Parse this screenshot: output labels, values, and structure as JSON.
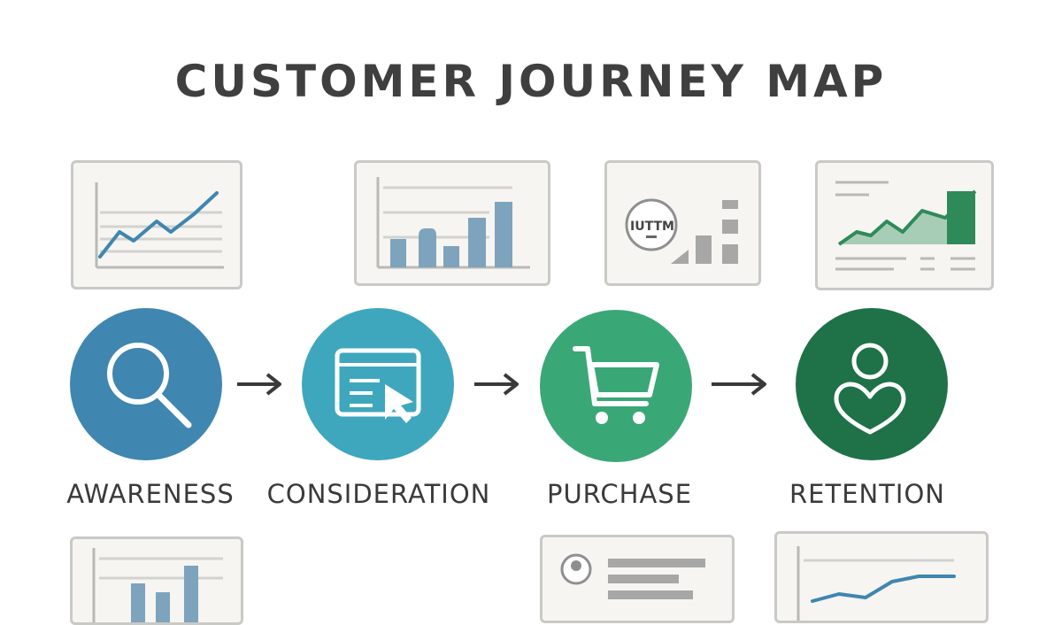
{
  "title": "CUSTOMER JOURNEY MAP",
  "stages": [
    {
      "label": "AWARENESS",
      "color": "#3f86b0",
      "icon": "magnifier-icon"
    },
    {
      "label": "CONSIDERATION",
      "color": "#3ea7bd",
      "icon": "form-cursor-icon"
    },
    {
      "label": "PURCHASE",
      "color": "#3aa777",
      "icon": "shopping-cart-icon"
    },
    {
      "label": "RETENTION",
      "color": "#1f7148",
      "icon": "user-heart-icon"
    }
  ],
  "card_text": {
    "utm": "IUTTM"
  },
  "colors": {
    "title": "#3f3f3f",
    "card_bg": "#f6f5f1",
    "card_border": "#c9c9c6",
    "chart_blue": "#3f86b0",
    "chart_steel": "#7ea3bd",
    "chart_green": "#2f8a5a",
    "chart_green_light": "#a8cdb6",
    "arrow": "#3a3a3a"
  }
}
